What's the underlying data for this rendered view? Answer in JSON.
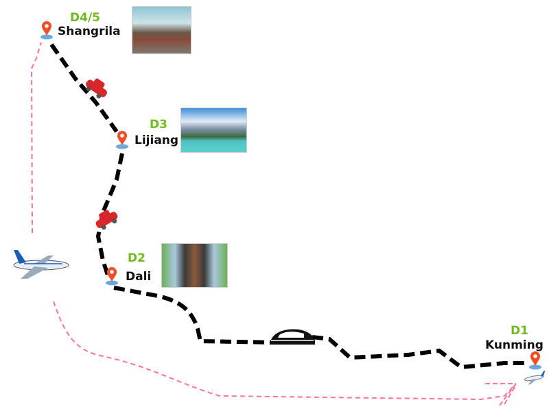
{
  "colors": {
    "day_label": "#6fba1f",
    "pin": "#f04e23",
    "road": "#000000",
    "flight": "#ff6f9c"
  },
  "stops": [
    {
      "day": "D1",
      "city": "Kunming",
      "icon": "location-pin-icon"
    },
    {
      "day": "D2",
      "city": "Dali",
      "icon": "location-pin-icon"
    },
    {
      "day": "D3",
      "city": "Lijiang",
      "icon": "location-pin-icon"
    },
    {
      "day": "D4/5",
      "city": "Shangrila",
      "icon": "location-pin-icon"
    }
  ],
  "transport": [
    "train-icon",
    "car-icon",
    "car-icon",
    "airplane-icon",
    "airplane-icon"
  ]
}
